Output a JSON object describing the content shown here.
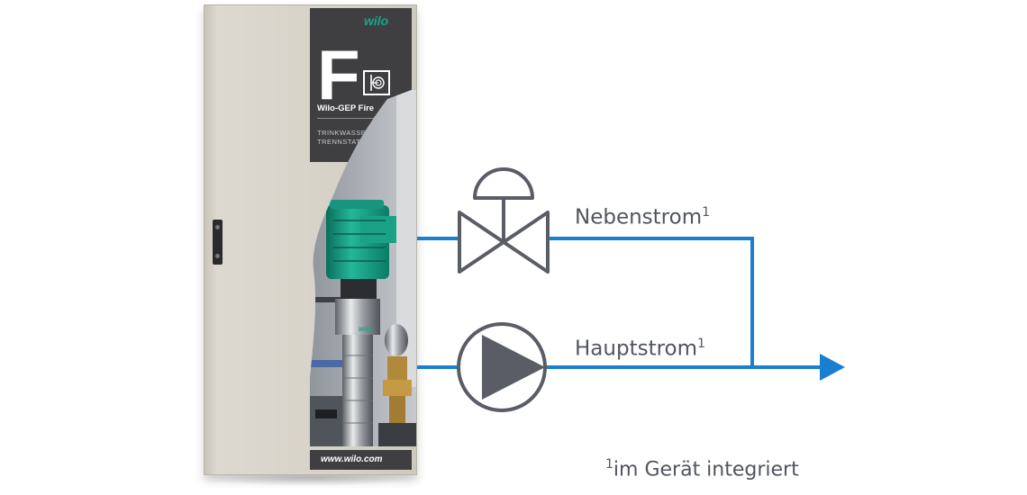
{
  "product": {
    "brand": "wilo",
    "letter": "F",
    "name": "Wilo-GEP Fire",
    "subtitle_1": "TRINKWASSE",
    "subtitle_2": "TRENNSTATI",
    "pump_brand": "wilo",
    "url": "www.wilo.com"
  },
  "diagram": {
    "bypass_label": "Nebenstrom",
    "bypass_sup": "1",
    "main_label": "Hauptstrom",
    "main_sup": "1",
    "footnote_sup": "1",
    "footnote_text": "im Gerät integriert",
    "pipe_color": "#1a7fd1",
    "symbol_color": "#5a5c66",
    "brand_color": "#17a58a"
  }
}
